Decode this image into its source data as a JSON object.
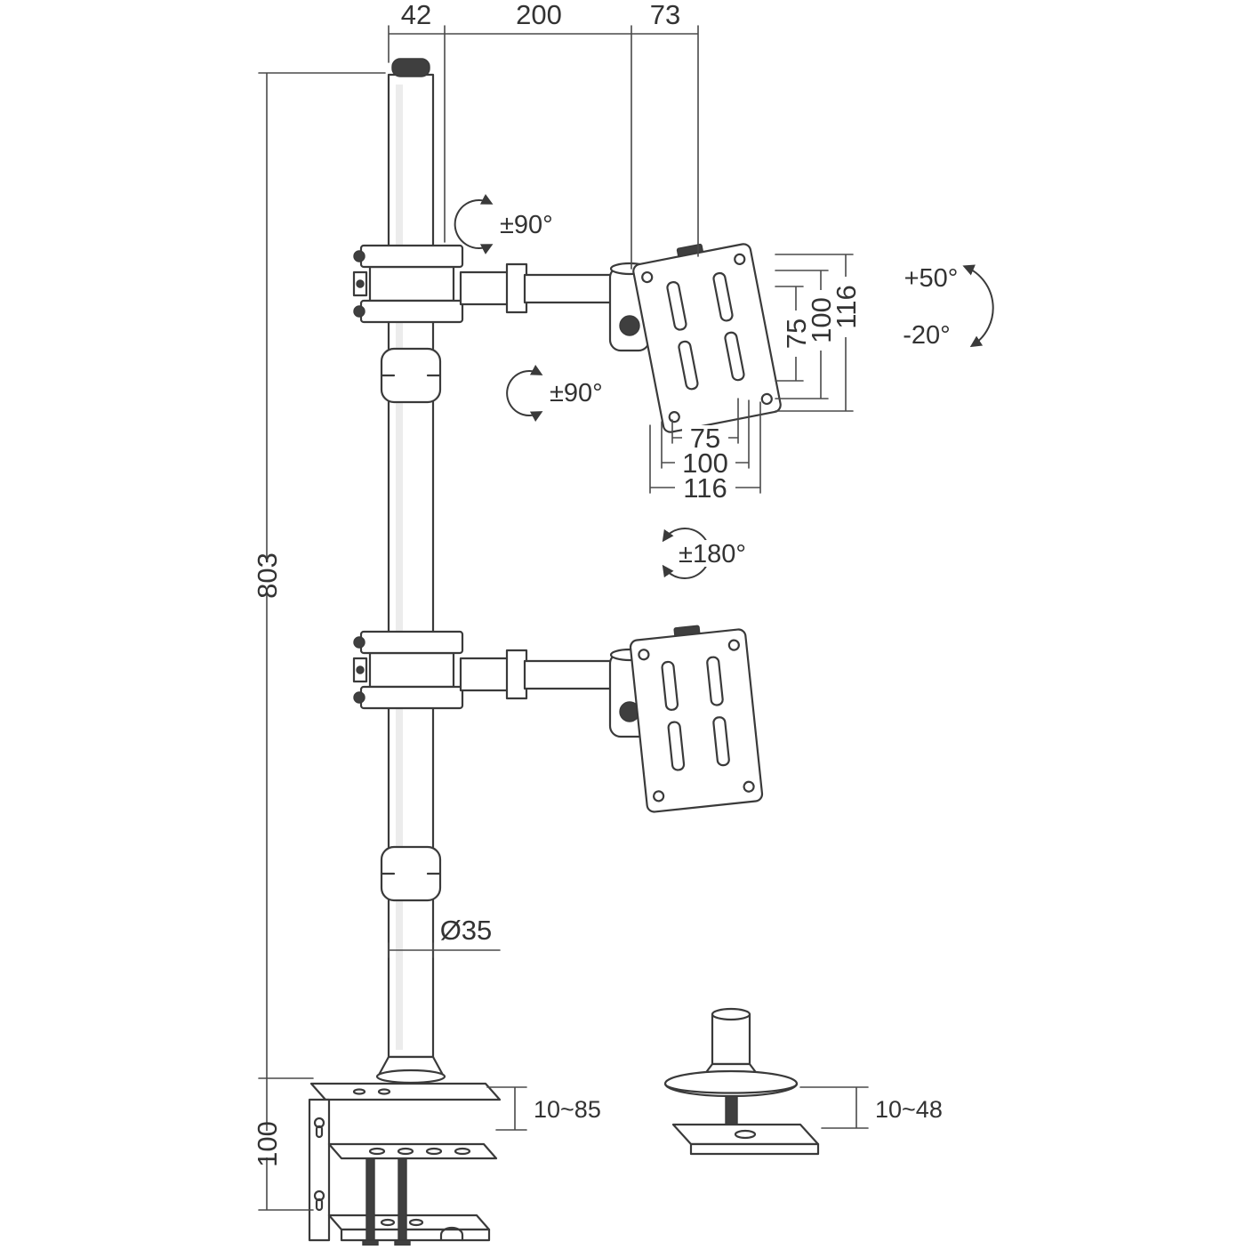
{
  "labels": {
    "top": {
      "pole_cap_width": "42",
      "arm_length": "200",
      "plate_offset": "73"
    },
    "left": {
      "pole_height": "803",
      "clamp_height": "100"
    },
    "pole": {
      "diameter": "Ø35"
    },
    "vesa_vertical": {
      "d75": "75",
      "d100": "100",
      "d116": "116"
    },
    "vesa_horizontal": {
      "d75": "75",
      "d100": "100",
      "d116": "116"
    },
    "angles": {
      "swivel_upper": "±90°",
      "swivel_lower": "±90°",
      "rotation": "±180°",
      "tilt_up": "+50°",
      "tilt_down": "-20°"
    },
    "clamp": {
      "thickness_range": "10~85"
    },
    "grommet": {
      "thickness_range": "10~48"
    }
  },
  "colors": {
    "line": "#3a3a3a",
    "dim_line": "#4a4a4a",
    "dark_fill": "#3f3f3f",
    "text": "#333333",
    "background": "#ffffff"
  }
}
